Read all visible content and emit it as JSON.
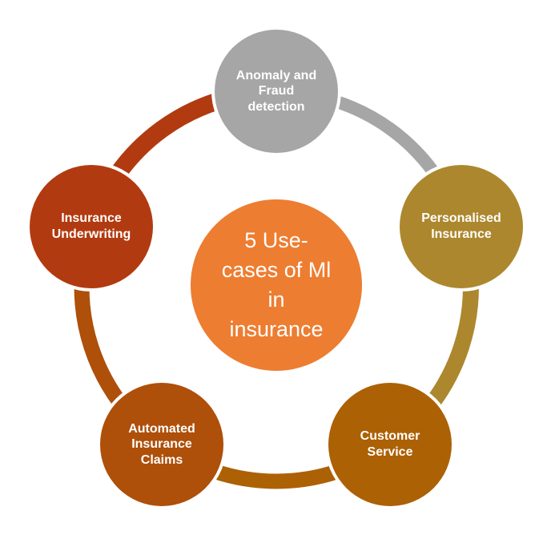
{
  "background": "#ffffff",
  "text_color": "#ffffff",
  "center": {
    "label": "5 Use-cases of Ml in insurance",
    "lines": [
      "5 Use-",
      "cases of Ml",
      "in",
      "insurance"
    ],
    "color": "#ED7D31"
  },
  "nodes": [
    {
      "id": "anomaly-fraud-detection",
      "label": "Anomaly and Fraud detection",
      "lines": [
        "Anomaly and",
        "Fraud",
        "detection"
      ],
      "color": "#A6A6A6"
    },
    {
      "id": "personalised-insurance",
      "label": "Personalised Insurance",
      "lines": [
        "Personalised",
        "Insurance"
      ],
      "color": "#AC872E"
    },
    {
      "id": "customer-service",
      "label": "Customer Service",
      "lines": [
        "Customer",
        "Service"
      ],
      "color": "#AC6105"
    },
    {
      "id": "automated-insurance-claims",
      "label": "Automated Insurance Claims",
      "lines": [
        "Automated",
        "Insurance",
        "Claims"
      ],
      "color": "#AE4F0A"
    },
    {
      "id": "insurance-underwriting",
      "label": "Insurance Underwriting",
      "lines": [
        "Insurance",
        "Underwriting"
      ],
      "color": "#B23A10"
    }
  ],
  "ring": {
    "segments": [
      {
        "from": "anomaly-fraud-detection",
        "to": "personalised-insurance",
        "color": "#A6A6A6"
      },
      {
        "from": "personalised-insurance",
        "to": "customer-service",
        "color": "#AC872E"
      },
      {
        "from": "customer-service",
        "to": "automated-insurance-claims",
        "color": "#AC6105"
      },
      {
        "from": "automated-insurance-claims",
        "to": "insurance-underwriting",
        "color": "#AE4F0A"
      },
      {
        "from": "insurance-underwriting",
        "to": "anomaly-fraud-detection",
        "color": "#B23A10"
      }
    ]
  }
}
